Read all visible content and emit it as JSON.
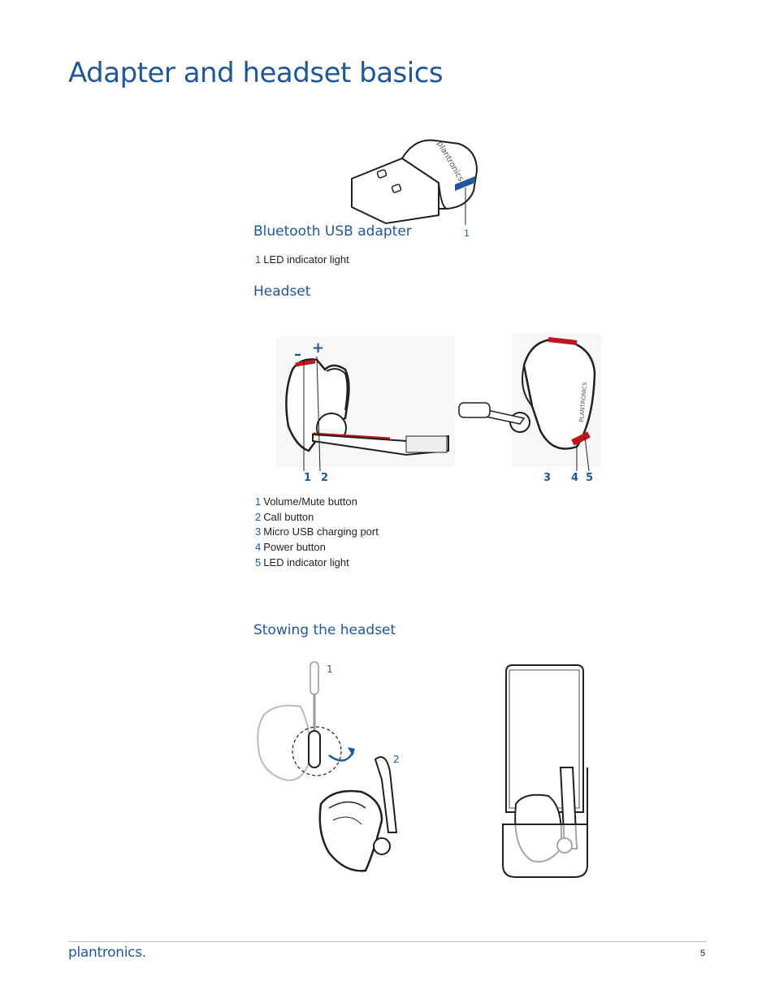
{
  "page_title": "Adapter and headset basics",
  "usb_adapter": {
    "heading": "Bluetooth USB adapter",
    "brand_on_device": "plantronics",
    "callout": "1",
    "items": [
      {
        "num": "1",
        "label": "LED indicator light"
      }
    ]
  },
  "headset": {
    "heading": "Headset",
    "minus_symbol": "–",
    "plus_symbol": "+",
    "brand_on_device": "PLANTRONICS",
    "callouts": [
      "1",
      "2",
      "3",
      "4",
      "5"
    ],
    "items": [
      {
        "num": "1",
        "label": "Volume/Mute button"
      },
      {
        "num": "2",
        "label": "Call button"
      },
      {
        "num": "3",
        "label": "Micro USB charging port"
      },
      {
        "num": "4",
        "label": "Power button"
      },
      {
        "num": "5",
        "label": "LED indicator light"
      }
    ]
  },
  "stowing": {
    "heading": "Stowing the headset",
    "callouts": [
      "1",
      "2"
    ]
  },
  "footer": {
    "logo": "plantronics.",
    "page_number": "5"
  },
  "colors": {
    "brand_blue": "#1f5799",
    "accent_red": "#c0151b",
    "led_blue": "#1f5799"
  },
  "icons": [
    "usb-adapter-illustration",
    "headset-illustration",
    "stowing-illustration",
    "rotate-arrow-icon"
  ]
}
